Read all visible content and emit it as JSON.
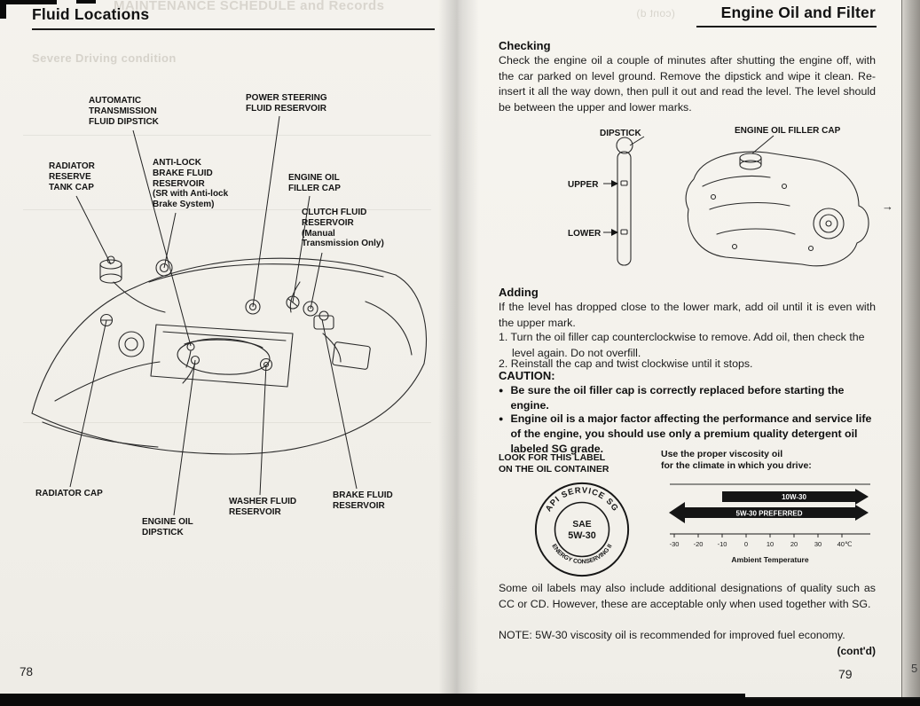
{
  "artifacts": {
    "next_page_edge_number": "5",
    "right_margin_mark": "→"
  },
  "left_page": {
    "title": "Fluid Locations",
    "page_number": "78",
    "ghost_header": "MAINTENANCE SCHEDULE and Records",
    "ghost_line": "Severe Driving condition",
    "labels": {
      "automatic_transmission": "AUTOMATIC\nTRANSMISSION\nFLUID DIPSTICK",
      "power_steering": "POWER STEERING\nFLUID RESERVOIR",
      "radiator_reserve": "RADIATOR\nRESERVE\nTANK CAP",
      "anti_lock": "ANTI-LOCK\nBRAKE FLUID\nRESERVOIR\n(SR with Anti-lock\nBrake System)",
      "engine_oil_filler": "ENGINE OIL\nFILLER CAP",
      "clutch_fluid": "CLUTCH FLUID\nRESERVOIR\n(Manual\nTransmission Only)",
      "radiator_cap": "RADIATOR CAP",
      "washer_fluid": "WASHER FLUID\nRESERVOIR",
      "brake_fluid": "BRAKE FLUID\nRESERVOIR",
      "engine_oil_dipstick": "ENGINE OIL\nDIPSTICK"
    }
  },
  "right_page": {
    "title": "Engine Oil and Filter",
    "page_number": "79",
    "ghost_top": "(cont d)",
    "checking": {
      "heading": "Checking",
      "body": "Check the engine oil a couple of minutes after shutting the engine off, with the car parked on level ground. Remove the dipstick and wipe it clean. Re-insert it all the way down, then pull it out and read the level. The level should be between the upper and lower marks."
    },
    "diagram": {
      "dipstick": "DIPSTICK",
      "filler_cap": "ENGINE OIL FILLER CAP",
      "upper": "UPPER",
      "lower": "LOWER"
    },
    "adding": {
      "heading": "Adding",
      "body": "If the level has dropped close to the lower mark, add oil until it is even with the upper mark.",
      "steps": [
        "1. Turn the oil filler cap counterclockwise to remove. Add oil, then check the level again. Do not overfill.",
        "2. Reinstall the cap and twist clockwise until it stops."
      ]
    },
    "caution": {
      "heading": "CAUTION:",
      "bullet_char": "●",
      "items": [
        "Be sure the oil filler cap is correctly replaced before starting the engine.",
        "Engine oil is a major factor affecting the performance and service life of the engine, you should use only a premium quality detergent oil labeled SG grade."
      ]
    },
    "oil_label": {
      "caption": "LOOK FOR THIS LABEL\nON THE OIL CONTAINER",
      "arc_top": "API  SERVICE  SG",
      "center_top": "SAE",
      "center_bottom": "5W-30",
      "arc_bottom": "ENERGY CONSERVING II"
    },
    "viscosity": {
      "caption": "Use the proper viscosity oil\nfor the climate in which you drive:",
      "axis_label": "Ambient Temperature",
      "ticks": [
        "-30",
        "-20",
        "-10",
        "0",
        "10",
        "20",
        "30",
        "40℃"
      ],
      "bars": [
        {
          "label": "10W-30",
          "from_c": -10,
          "to_c": 45
        },
        {
          "label": "5W-30 PREFERRED",
          "from_c": -35,
          "to_c": 45
        }
      ]
    },
    "quality_note": "Some oil labels may also include additional designations of quality such as CC or CD. However, these are acceptable only when used together with SG.",
    "fuel_note": "NOTE: 5W-30 viscosity oil is recommended for improved fuel economy.",
    "contd": "(cont'd)"
  }
}
